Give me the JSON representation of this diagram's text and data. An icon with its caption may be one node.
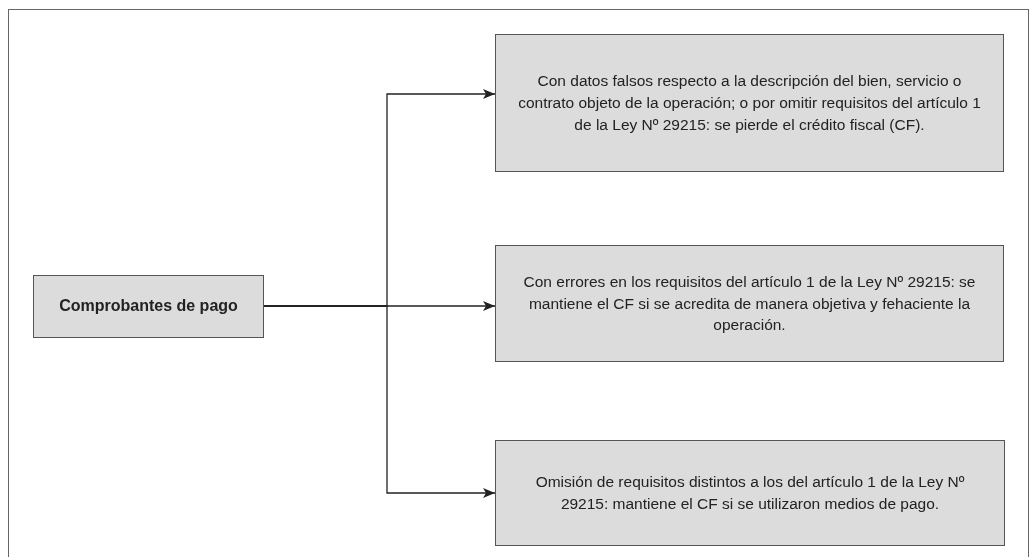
{
  "diagram": {
    "nodes": [
      {
        "text": [
          "Comprobantes de pago"
        ]
      },
      {
        "text": [
          "Con datos falsos respecto a la descripción del bien, servicio o contrato objeto de la operación; o por omitir requisitos del artículo 1 de la Ley Nº 29215: se pierde el crédito fiscal (CF)."
        ]
      },
      {
        "text": [
          "Con errores en los requisitos del artículo 1 de la Ley Nº 29215: se mantiene el CF si se acredita de manera objetiva y fehaciente la operación."
        ]
      },
      {
        "text": [
          "Omisión de requisitos distintos a los del artículo 1 de la Ley Nº 29215: mantiene el CF si se utilizaron medios de pago."
        ]
      }
    ],
    "edges": [
      {
        "from": 0,
        "to": 1,
        "arrow": "to"
      },
      {
        "from": 0,
        "to": 2,
        "arrow": "to"
      },
      {
        "from": 0,
        "to": 3,
        "arrow": "to"
      }
    ]
  }
}
